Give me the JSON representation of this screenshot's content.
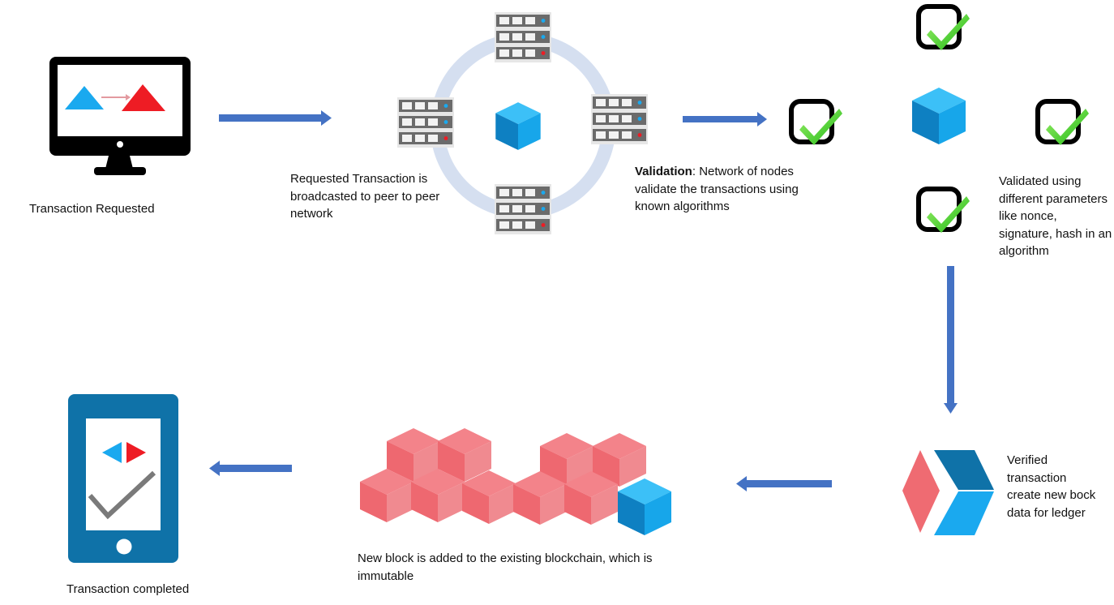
{
  "steps": {
    "requested": "Transaction Requested",
    "broadcast": "Requested Transaction is broadcasted to peer to peer network",
    "validation_bold": "Validation",
    "validation_rest": ": Network of nodes validate the transactions using known algorithms",
    "params": "Validated using different parameters like nonce, signature, hash in an algorithm",
    "verified": "Verified transaction create new bock data for ledger",
    "added": "New block is added to the existing blockchain, which is immutable",
    "completed": "Transaction completed"
  },
  "icons": [
    "desktop-monitor-icon",
    "server-icon",
    "cube-icon",
    "checkbox-check-icon",
    "block-logo-icon",
    "blockchain-cubes-icon",
    "mobile-phone-icon",
    "arrow-icon"
  ],
  "colors": {
    "arrow": "#4472c4",
    "cyan": "#1aa9ef",
    "red": "#ee1c24",
    "pink": "#ef6b72",
    "phone": "#0f72a8",
    "ring": "#d5dff0",
    "check": "#2fd11b"
  }
}
